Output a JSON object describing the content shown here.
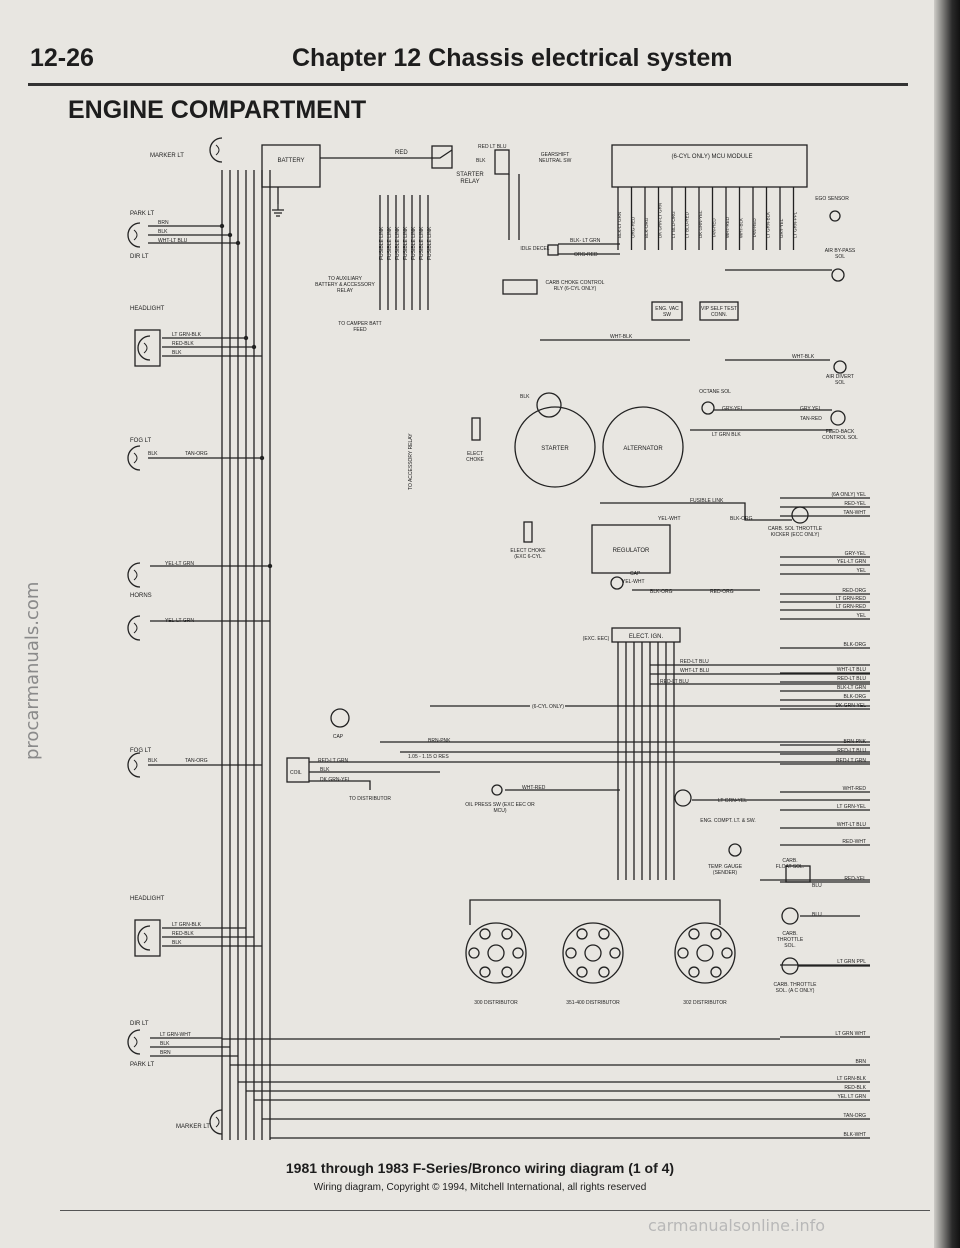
{
  "header": {
    "page_number": "12-26",
    "chapter_title": "Chapter 12  Chassis electrical system",
    "section_title": "ENGINE COMPARTMENT"
  },
  "caption": {
    "title": "1981 through 1983 F-Series/Bronco wiring diagram (1 of 4)",
    "copyright": "Wiring diagram, Copyright © 1994, Mitchell International, all rights reserved"
  },
  "watermarks": {
    "side": "procarmanuals.com",
    "bottom": "carmanualsonline.info"
  },
  "components": {
    "marker_lt_top": "MARKER LT",
    "park_lt_top": "PARK LT",
    "dir_lt_top": "DIR LT",
    "headlight_top": "HEADLIGHT",
    "fog_lt_top": "FOG LT",
    "horns": "HORNS",
    "fog_lt_bottom": "FOG LT",
    "headlight_bottom": "HEADLIGHT",
    "dir_lt_bottom": "DIR LT",
    "park_lt_bottom": "PARK LT",
    "marker_lt_bottom": "MARKER LT",
    "battery": "BATTERY",
    "starter_relay": "STARTER RELAY",
    "gearshift": "GEARSHIFT NEUTRAL SW",
    "mcu_module": "(6-CYL ONLY) MCU MODULE",
    "ego_sensor": "EGO SENSOR",
    "air_bypass": "AIR BY-PASS SOL",
    "idle_decel": "IDLE DECEL",
    "aux_relay": "TO AUXILIARY BATTERY & ACCESSORY RELAY",
    "camper_feed": "TO CAMPER BATT FEED",
    "carb_choke": "CARB CHOKE CONTROL RLY (6-CYL ONLY)",
    "eng_vac": "ENG. VAC SW",
    "vip_test": "VIP SELF TEST CONN.",
    "air_diverter": "AIR DIVERT SOL",
    "octane": "OCTANE SOL",
    "feed_back": "FEED-BACK CONTROL SOL",
    "starter": "STARTER",
    "alternator": "ALTERNATOR",
    "elect_choke_1": "ELECT CHOKE",
    "elect_choke_2": "ELECT CHOKE (EXC 6-CYL",
    "to_accessory": "TO ACCESSORY RELAY",
    "regulator": "REGULATOR",
    "fusible_link": "FUSIBLE LINK",
    "carb_sol": "CARB. SOL THROTTLE KICKER (ECC ONLY)",
    "cap_1": "CAP",
    "cap_2": "CAP",
    "elect_ign": "ELECT. IGN.",
    "exc_eec": "(EXC. EEC)",
    "six_cyl_only": "(6-CYL ONLY)",
    "coil": "COIL",
    "resistor": "1.05 - 1.15 Ω RES",
    "to_distributor": "TO DISTRIBUTOR",
    "oil_press": "OIL PRESS SW (EXC EEC OR MCU)",
    "eng_compt": "ENG. COMPT. LT. & SW.",
    "temp_gauge": "TEMP. GAUGE (SENDER)",
    "carb_float": "CARB. FLOAT SOL.",
    "carb_throttle_1": "CARB. THROTTLE SOL.",
    "carb_throttle_2": "CARB. THROTTLE SOL. (A C ONLY)",
    "dist_300": "300 DISTRIBUTOR",
    "dist_351": "351-400 DISTRIBUTOR",
    "dist_302": "302 DISTRIBUTOR"
  },
  "right_wire_labels": [
    "(6A ONLY) YEL",
    "RED-YEL",
    "TAN-WHT",
    "GRY-YEL",
    "YEL-LT GRN",
    "YEL",
    "RED-ORG",
    "LT GRN-RED",
    "LT GRN-RED",
    "YEL",
    "BLK-ORG",
    "WHT-LT BLU",
    "RED-LT BLU",
    "BLK-LT GRN",
    "BLK-ORG",
    "DK GRN-YEL",
    "BRN-PNK",
    "RED-LT BLU",
    "RED-LT GRN",
    "WHT-RED",
    "LT GRN-YEL",
    "WHT-LT BLU",
    "RED-WHT",
    "RED-YEL",
    "LT GRN PPL",
    "LT GRN WHT",
    "BRN",
    "LT GRN-BLK",
    "RED-BLK",
    "YEL LT GRN",
    "TAN-ORG",
    "BLK-WHT"
  ],
  "fusible_links": [
    "FUSIBLE LINK",
    "FUSIBLE LINK",
    "FUSIBLE LINK",
    "FUSIBLE LINK",
    "FUSIBLE LINK",
    "FUSIBLE LINK",
    "FUSIBLE LINK"
  ],
  "mcu_pins": [
    "BLK-LT GRN",
    "ORG-RED",
    "BLK-ORG",
    "DK GRN-LT GRN",
    "LT BLU-ORG",
    "LT BLU-RED",
    "DK GRN-YEL",
    "TAN-RED",
    "WHT-RED",
    "WHT-BLK",
    "TAN-RED",
    "LT GRN-BLK",
    "GRY-YEL",
    "LT GRN-PPL"
  ],
  "left_wires": {
    "park_top": [
      "BRN",
      "BLK",
      "WHT-LT BLU"
    ],
    "head_top": [
      "LT GRN-BLK",
      "RED-BLK",
      "BLK"
    ],
    "fog_top": [
      "BLK",
      "TAN-ORG"
    ],
    "horn_1": "YEL-LT GRN",
    "horn_2": "YEL-LT GRN",
    "fog_bottom": [
      "BLK",
      "TAN-ORG"
    ],
    "head_bottom": [
      "LT GRN-BLK",
      "RED-BLK",
      "BLK"
    ],
    "park_bottom": [
      "LT GRN-WHT",
      "BLK",
      "BRN"
    ]
  },
  "misc_wire_labels": {
    "red_top": "RED",
    "red_ltblu": "RED LT BLU",
    "blk_gs": "BLK",
    "blk_ltgrn": "BLK- LT GRN",
    "org_red": "ORG-RED",
    "wht_blk_1": "WHT-BLK",
    "wht_blk_2": "WHT-BLK",
    "gry_yel_1": "GRY-YEL",
    "gry_yel_2": "GRY YEL",
    "tan_red": "TAN-RED",
    "ltgrn_blk": "LT GRN BLK",
    "blk_st": "BLK",
    "yel_wht_1": "YEL-WHT",
    "yel_wht_2": "YEL-WHT",
    "blk_org_1": "BLK-ORG",
    "blk_org_2": "BLK-ORG",
    "red_org": "RED-ORG",
    "blk_org_3": "BLK-ORG",
    "red_ltblu_2": "RED-LT BLU",
    "wht_ltblu": "WHT-LT BLU",
    "red_ltblu_3": "RED-LT BLU",
    "brn_pnk": "BRN-PNK",
    "red_ltgrn": "RED-LT GRN",
    "blk_coil": "BLK",
    "dkgrn_yel": "DK GRN-YEL",
    "wht_red": "WHT-RED",
    "ltgrn_yel": "LT GRN-YEL",
    "blu_1": "BLU",
    "blu_2": "BLU"
  }
}
